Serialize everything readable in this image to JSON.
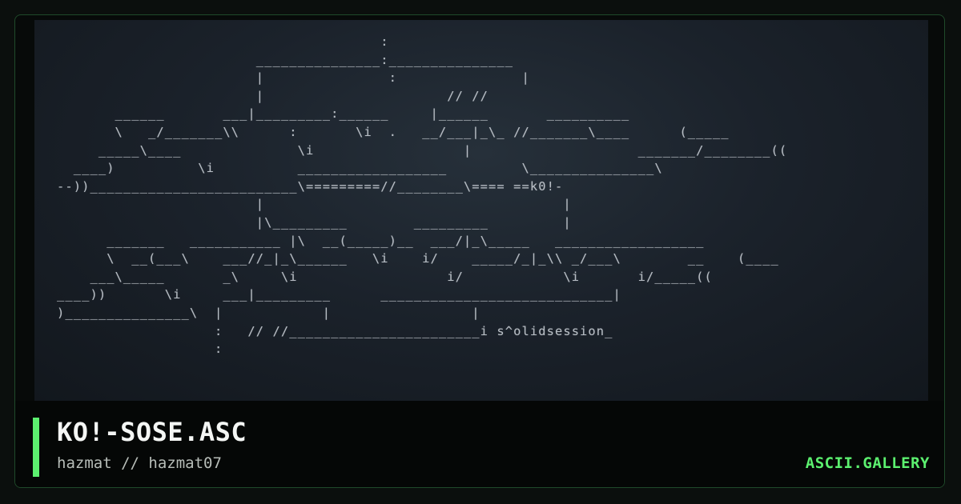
{
  "card": {
    "art_lines": [
      "                                       :",
      "                        _______________:_______________",
      "                        |               :               |",
      "                        |                      // //",
      "       ______       ___|_________:______     |______       __________",
      "       \\   _/_______\\\\      :       \\i  .   __/___|_\\_ //_______\\____      (_____",
      "     _____\\____              \\i                  |                    _______/________((",
      "  ____)          \\i          __________________         \\_______________\\",
      "--))_________________________\\=========//________\\==== ==k0!-",
      "                        |                                    |",
      "                        |\\_________        _________         |",
      "      _______   ___________ |\\  __(_____)__  ___/|_\\_____   __________________",
      "      \\  __(___\\    ___//_|_\\______   \\i    i/    _____/_|_\\\\ _/___\\        __    (____",
      "    ___\\_____       _\\     \\i                  i/            \\i       i/_____((",
      "____))       \\i     ___|_________      ____________________________|",
      ")_______________\\  |            |                 |",
      "                   :   // //_______________________i s^olidsession_",
      "                   :"
    ],
    "title": "KO!-SOSE.ASC",
    "author": "hazmat // hazmat07",
    "brand": "ASCII.GALLERY",
    "colors": {
      "accent": "#5cf06f",
      "art_text": "#c5cbd2",
      "background": "#050706"
    }
  }
}
